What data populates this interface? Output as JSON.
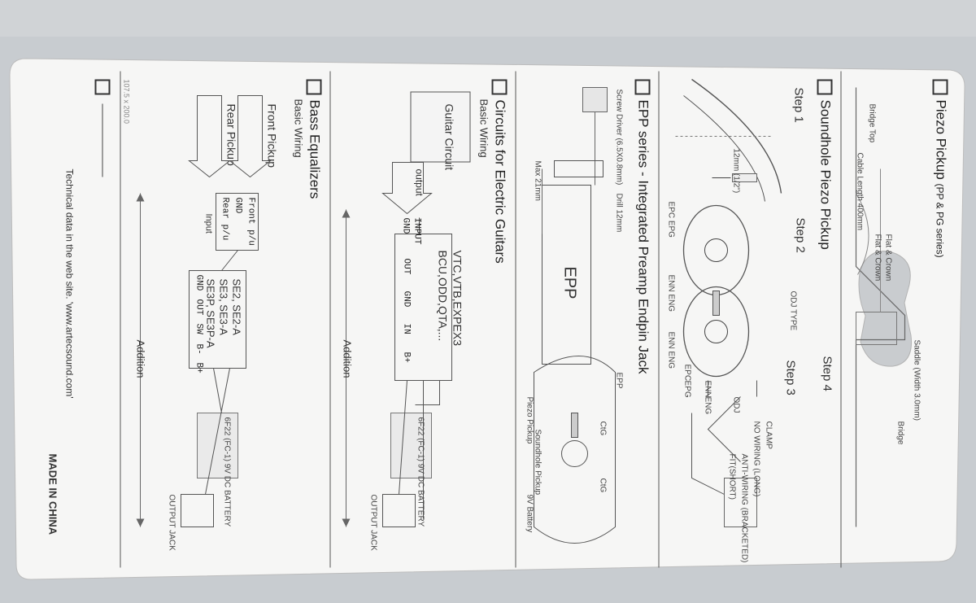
{
  "card": {
    "piezo": {
      "title": "Piezo Pickup",
      "subtitle": "(PP & PG series)",
      "labels": [
        "Saddle (Width 3.0mm)",
        "Bridge",
        "Flat & Crown",
        "Flat & Crown",
        "Cable Length 400mm",
        "Bridge Top"
      ]
    },
    "soundhole": {
      "title": "Soundhole Piezo Pickup",
      "step1": "Step 1",
      "step2": "Step 2",
      "step3": "Step 3",
      "step4": "Step 4",
      "dimension": "12mm (1/2\")",
      "guitar_tags": [
        "EPC",
        "EPG",
        "ENN",
        "ENG",
        "ODJ",
        "ODJ TYPE",
        "EPC EPG",
        "ENN ENG",
        "ENN ENG"
      ],
      "step3_labels": [
        "CLAMP",
        "NO WIRING (LONG)",
        "ANTI-WIRING (BRACKETED)",
        "FIT(SHORT)"
      ]
    },
    "epp": {
      "title": "EPP series - Integrated Preamp Endpin Jack",
      "screw_note": "Screw Driver (6.5X0.8mm)",
      "drill_note": "Drill 12mm",
      "max_note": "Max 21mm",
      "jack_label": "EPP",
      "diagram_labels": [
        "EPP",
        "Soundhole Pickup",
        "Piezo Pickup",
        "9V Battery",
        "CtG",
        "CtG"
      ]
    },
    "electric": {
      "title": "Circuits for Electric Guitars",
      "subtitle": "Basic Wiring",
      "guitar_circuit": "Guitar Circuit",
      "output": "output",
      "models": "VTC,VTB,EXPEX3",
      "models2": "BCU,ODD,QTA,...",
      "input": "INPUT",
      "gnd": "GND",
      "pins": [
        "OUT",
        "GND",
        "IN",
        "B+"
      ],
      "battery": "6F22 (FC-1) 9V DC BATTERY",
      "output_jack": "OUTPUT JACK",
      "addition": "Addition"
    },
    "bass": {
      "title": "Bass Equalizers",
      "subtitle": "Basic Wiring",
      "front_pickup": "Front Pickup",
      "rear_pickup": "Rear Pickup",
      "inputs": [
        "Front p/u",
        "GND",
        "Rear p/u"
      ],
      "input_label": "Input",
      "models": [
        "SE2, SE2-A",
        "SE3, SE3-A",
        "SE3P, SE3P-A"
      ],
      "pins": [
        "GND",
        "OUT",
        "SW",
        "B-",
        "B+"
      ],
      "battery": "6F22 (FC-1) 9V DC BATTERY",
      "output_jack": "OUTPUT JACK",
      "addition": "Addition"
    },
    "footer": {
      "size": "107.5 x 200.0",
      "tech_note": "Technical data in the web site. 'www.artecsound.com'",
      "made_in": "MADE IN CHINA"
    }
  }
}
